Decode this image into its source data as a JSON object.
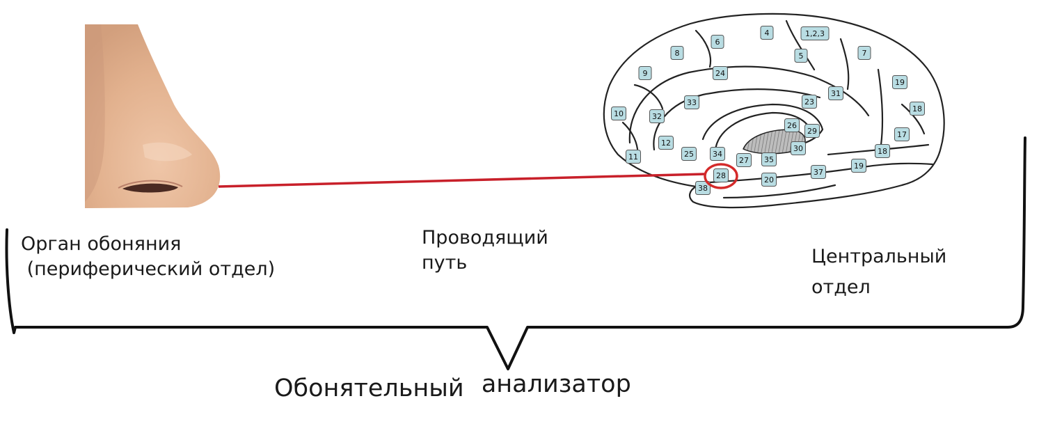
{
  "labels": {
    "peripheral_line1": "Орган  обоняния",
    "peripheral_line2": " (периферический отдел)",
    "pathway_line1": "Проводящий",
    "pathway_line2": "путь",
    "central_line1": "Центральный",
    "central_line2": "отдел"
  },
  "title": {
    "part1": "Обонятельный",
    "part2": "анализатор"
  },
  "brodmann_areas": [
    "1,2,3",
    "4",
    "5",
    "6",
    "7",
    "8",
    "9",
    "10",
    "11",
    "12",
    "17",
    "18",
    "18",
    "19",
    "19",
    "20",
    "23",
    "24",
    "25",
    "26",
    "27",
    "28",
    "29",
    "30",
    "31",
    "32",
    "33",
    "34",
    "35",
    "37",
    "38"
  ],
  "highlighted_area": "28",
  "colors": {
    "pathway_line": "#c8202a",
    "highlight_circle": "#d42a2a",
    "area_box_fill": "#b9dde3",
    "brain_outline": "#222222",
    "skin": "#e0b08e"
  }
}
